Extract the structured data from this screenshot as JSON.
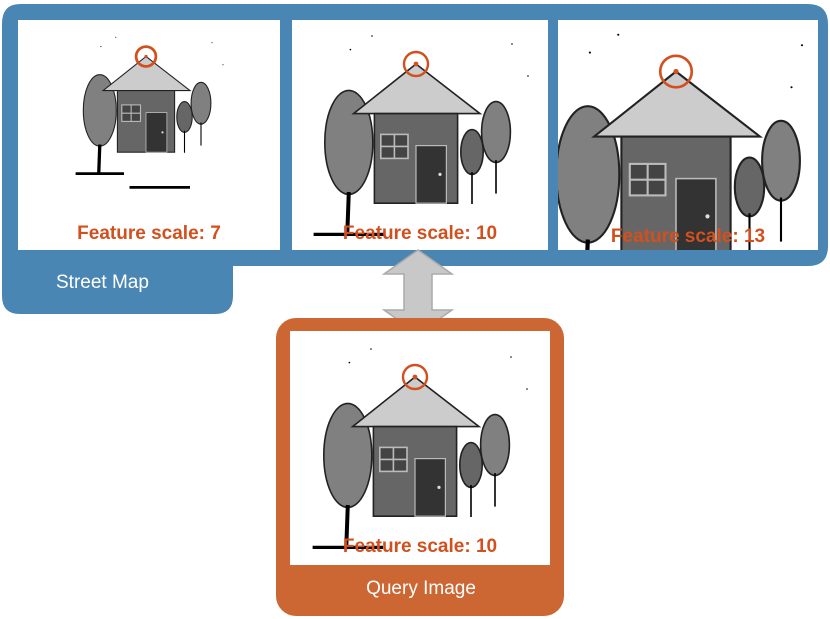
{
  "street_map": {
    "label": "Street Map",
    "color": "#4a86b3",
    "panels": [
      {
        "caption": "Feature scale: 7"
      },
      {
        "caption": "Feature scale: 10"
      },
      {
        "caption": "Feature scale: 13"
      }
    ]
  },
  "query": {
    "label": "Query Image",
    "color": "#cc6633",
    "panel": {
      "caption": "Feature scale: 10"
    }
  },
  "colors": {
    "caption_text": "#d2501e",
    "marker_circle": "#d2501e",
    "arrow_fill": "#c8c8c8",
    "roof": "#cccccc",
    "wall": "#666666",
    "tree": "#808080"
  },
  "icons": {
    "scene": "house-with-trees-drawing",
    "marker": "keypoint-circle",
    "connector": "double-headed-vertical-arrow"
  }
}
